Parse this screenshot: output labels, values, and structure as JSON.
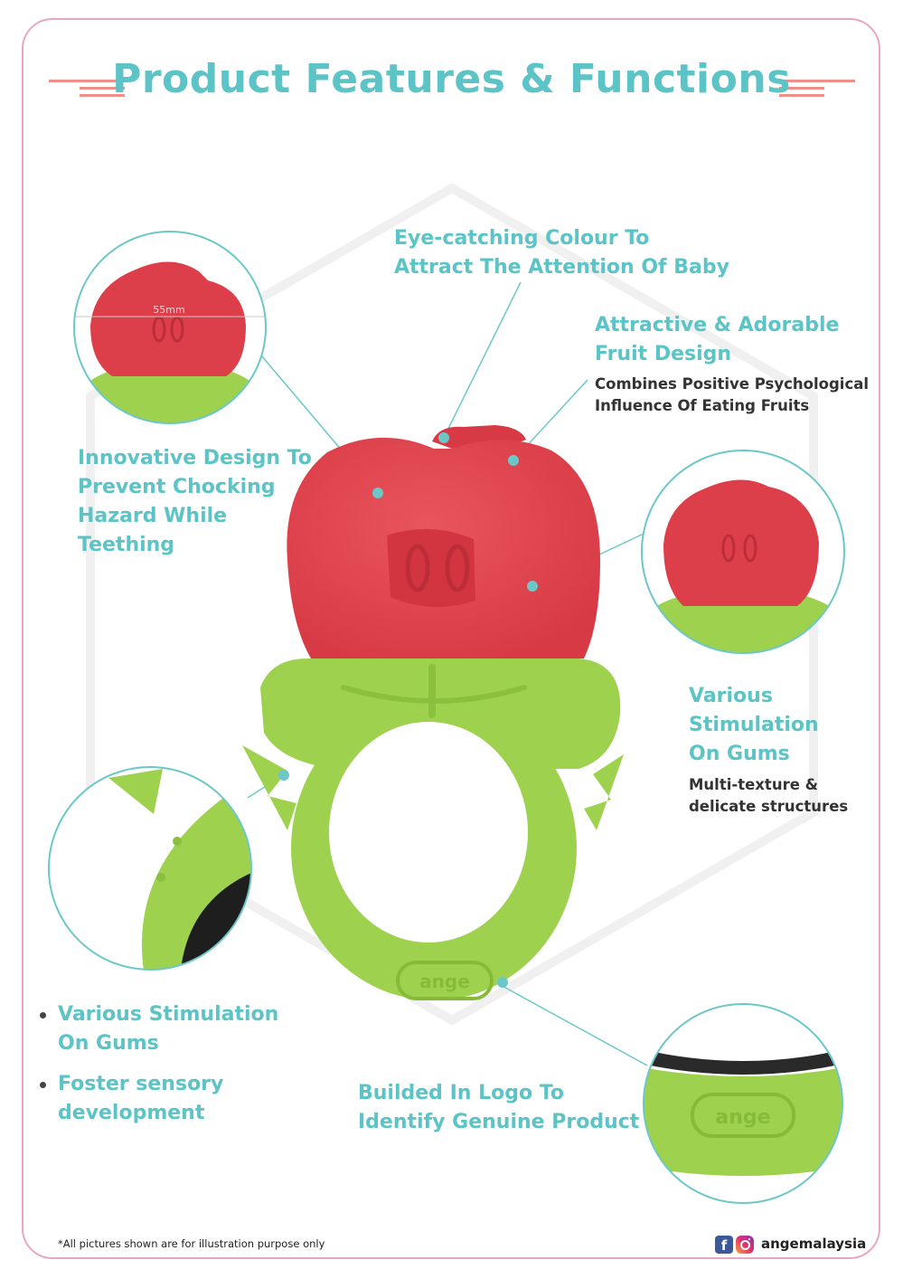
{
  "header": {
    "title": "Product Features & Functions"
  },
  "features": {
    "colour_line1": "Eye-catching Colour To",
    "colour_line2": "Attract The Attention Of Baby",
    "fruit_title_line1": "Attractive & Adorable",
    "fruit_title_line2": "Fruit Design",
    "fruit_sub_line1": "Combines Positive Psychological",
    "fruit_sub_line2": "Influence Of Eating Fruits",
    "innovative_line1": "Innovative Design To",
    "innovative_line2": "Prevent Chocking",
    "innovative_line3": "Hazard While",
    "innovative_line4": "Teething",
    "gums_line1": "Various",
    "gums_line2": "Stimulation",
    "gums_line3": "On Gums",
    "gums_sub_line1": "Multi-texture &",
    "gums_sub_line2": "delicate structures",
    "bullet1_line1": "Various Stimulation",
    "bullet1_line2": "On Gums",
    "bullet2_line1": "Foster sensory",
    "bullet2_line2": "development",
    "logo_line1": "Builded In Logo To",
    "logo_line2": "Identify Genuine Product"
  },
  "measure": {
    "label": "55mm"
  },
  "product": {
    "logo_text": "ange"
  },
  "footer": {
    "disclaimer": "*All pictures shown are for illustration purpose only",
    "social_handle": "angemalaysia",
    "facebook_icon_glyph": "f"
  },
  "colors": {
    "teal": "#5cc4c6",
    "apple_red": "#e04650",
    "leaf_green": "#9ed24e",
    "border_pink": "#e9a6c4",
    "deco_salmon": "#ef8f87"
  }
}
